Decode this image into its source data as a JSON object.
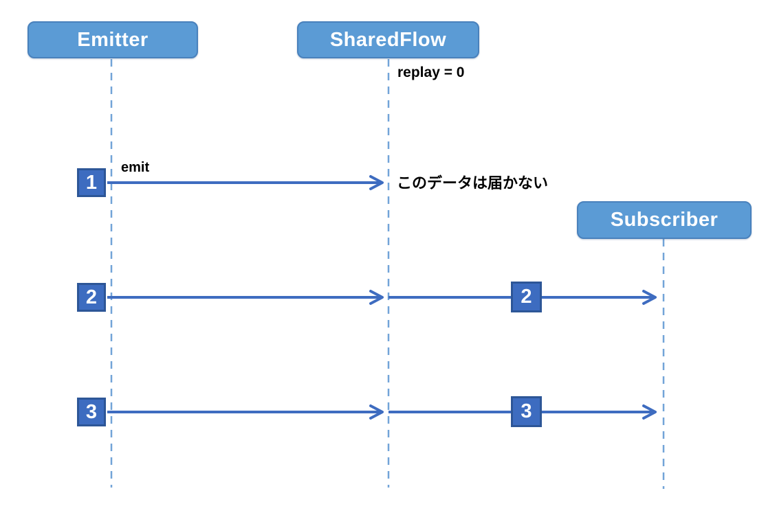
{
  "actors": [
    {
      "id": "emitter",
      "label": "Emitter"
    },
    {
      "id": "sharedflow",
      "label": "SharedFlow",
      "annotation": "replay = 0"
    },
    {
      "id": "subscriber",
      "label": "Subscriber"
    }
  ],
  "events": [
    {
      "seq": "1",
      "label": "emit",
      "note": "このデータは届かない",
      "delivered_to_subscriber": false
    },
    {
      "seq": "2",
      "delivered_to_subscriber": true
    },
    {
      "seq": "3",
      "delivered_to_subscriber": true
    }
  ],
  "colors": {
    "actor_fill": "#5B9BD5",
    "actor_border": "#4981BC",
    "arrow": "#3E6CC0",
    "badge_fill": "#3D6CC0",
    "badge_border": "#2D5697",
    "lifeline": "#72A4D8",
    "text": "#000000"
  }
}
